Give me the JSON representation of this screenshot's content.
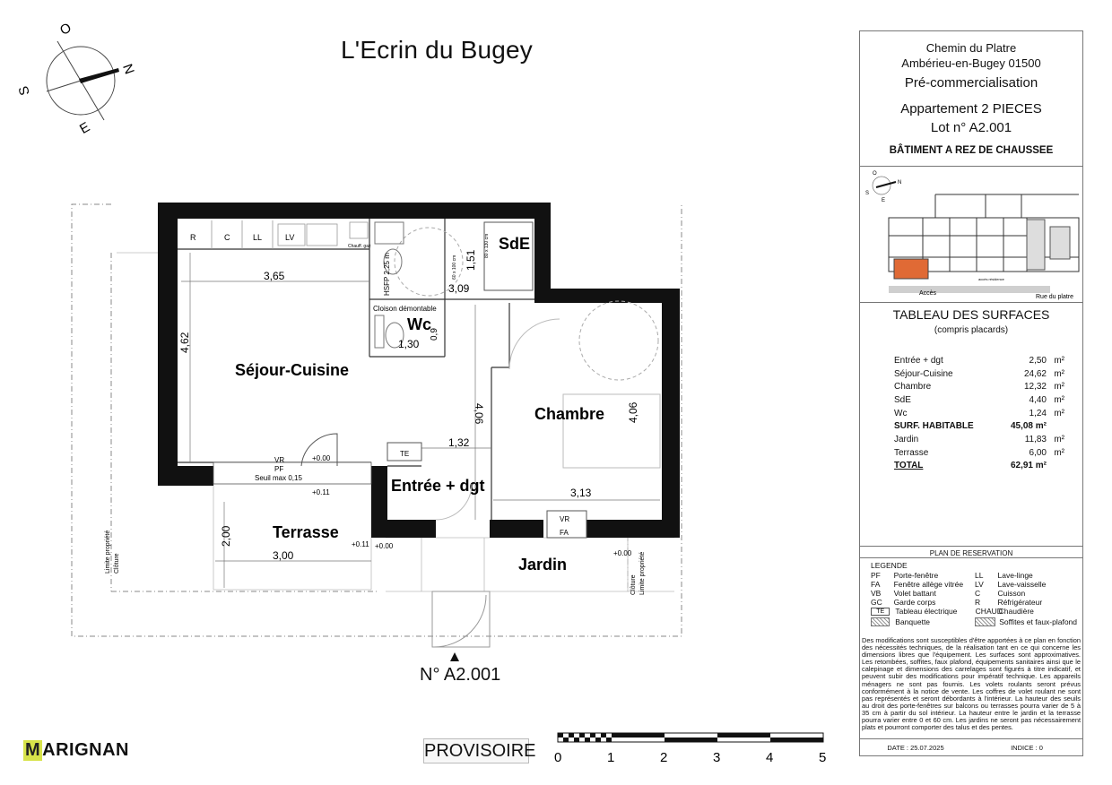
{
  "header": {
    "title": "L'Ecrin du Bugey"
  },
  "compass": {
    "north": "N",
    "south": "S",
    "east": "E",
    "west": "O"
  },
  "plan": {
    "rooms": {
      "sejour": "Séjour-Cuisine",
      "sde": "SdE",
      "wc": "Wc",
      "chambre": "Chambre",
      "entree": "Entrée + dgt",
      "terrasse": "Terrasse",
      "jardin": "Jardin"
    },
    "kitchen": {
      "r": "R",
      "c": "C",
      "ll": "LL",
      "lv": "LV",
      "chauf": "Chauff. gaz"
    },
    "dims": {
      "d365": "3,65",
      "d462": "4,62",
      "d151": "1,51",
      "d309": "3,09",
      "d130": "1,30",
      "d406a": "4,06",
      "d406b": "4,06",
      "d132": "1,32",
      "d313": "3,13",
      "d200": "2,00",
      "d300": "3,00",
      "d0xx": "0,9"
    },
    "labels": {
      "hsfp": "HSFP 2,25 m",
      "cloison": "Cloison démontable",
      "vr1": "VR",
      "pf": "PF",
      "seuil": "Seuil max 0,15",
      "vr2": "VR",
      "fa": "FA",
      "te": "TE",
      "lim1a": "Limite propriété",
      "lim1b": "Clôture",
      "lim2a": "Limite propriété",
      "lim2b": "Clôture",
      "sde_dim1": "80 x 130 cm",
      "sde_dim2": "60 x 100 cm"
    },
    "levels": {
      "l1": "+0.00",
      "l2": "+0.11",
      "l3": "+0.11",
      "l4": "+0.00",
      "l5": "+0.00"
    }
  },
  "lot_number": "N° A2.001",
  "provisoire": "PROVISOIRE",
  "brand": {
    "mark": "M",
    "rest": "ARIGNAN"
  },
  "scale": {
    "labels": [
      "0",
      "1",
      "2",
      "3",
      "4",
      "5"
    ]
  },
  "panel": {
    "address1": "Chemin du Platre",
    "address2": "Ambérieu-en-Bugey 01500",
    "status": "Pré-commercialisation",
    "apt_type": "Appartement 2 PIECES",
    "lot": "Lot n° A2.001",
    "building": "BÂTIMENT A REZ DE CHAUSSEE",
    "site": {
      "acces": "Accès",
      "rue": "Rue du platre",
      "acces_res": "accès résidence",
      "compass_n": "N",
      "compass_s": "S",
      "compass_e": "E",
      "compass_o": "O"
    },
    "surfaces_title": "TABLEAU DES SURFACES",
    "surfaces_sub": "(compris placards)",
    "surfaces": [
      {
        "name": "Entrée + dgt",
        "value": "2,50",
        "unit": "m²"
      },
      {
        "name": "Séjour-Cuisine",
        "value": "24,62",
        "unit": "m²"
      },
      {
        "name": "Chambre",
        "value": "12,32",
        "unit": "m²"
      },
      {
        "name": "SdE",
        "value": "4,40",
        "unit": "m²"
      },
      {
        "name": "Wc",
        "value": "1,24",
        "unit": "m²"
      },
      {
        "name": "SURF. HABITABLE",
        "value": "45,08 m²",
        "unit": ""
      },
      {
        "name": "Jardin",
        "value": "11,83",
        "unit": "m²"
      },
      {
        "name": "Terrasse",
        "value": "6,00",
        "unit": "m²"
      },
      {
        "name": "TOTAL",
        "value": "62,91 m²",
        "unit": ""
      }
    ],
    "plan_reservation": "PLAN DE RESERVATION",
    "legend_title": "LEGENDE",
    "legend": [
      {
        "a": "PF",
        "b": "Porte-fenêtre",
        "c": "LL",
        "d": "Lave-linge"
      },
      {
        "a": "FA",
        "b": "Fenêtre allège vitrée",
        "c": "LV",
        "d": "Lave-vaisselle"
      },
      {
        "a": "VB",
        "b": "Volet battant",
        "c": "C",
        "d": "Cuisson"
      },
      {
        "a": "GC",
        "b": "Garde corps",
        "c": "R",
        "d": "Réfrigérateur"
      },
      {
        "a": "",
        "b": "",
        "c": "CHAUD",
        "d": "Chaudière"
      }
    ],
    "legend_te": "Tableau électrique",
    "legend_te_sym": "TE",
    "legend_banq": "Banquette",
    "legend_soff": "Soffites et faux-plafond",
    "disclaimer": "Des modifications sont susceptibles d'être apportées à ce plan en fonction des nécessités techniques, de la réalisation tant en ce qui concerne les dimensions libres que l'équipement. Les surfaces sont approximatives. Les retombées, soffites, faux plafond, équipements sanitaires ainsi que le calepinage et dimensions des carrelages sont figurés à titre indicatif, et peuvent subir des modifications pour impératif technique. Les appareils ménagers ne sont pas fournis. Les volets roulants seront prévus conformément à la notice de vente. Les coffres de volet roulant ne sont pas représentés et seront débordants à l'intérieur. La hauteur des seuils au droit des porte-fenêtres sur balcons ou terrasses pourra varier de 5 à 35 cm à partir du sol intérieur. La hauteur entre le jardin et la terrasse pourra varier entre 0 et 60 cm. Les jardins ne seront pas nécessairement plats et pourront comporter des talus et des pentes.",
    "date": "DATE : 25.07.2025",
    "indice": "INDICE : 0"
  }
}
